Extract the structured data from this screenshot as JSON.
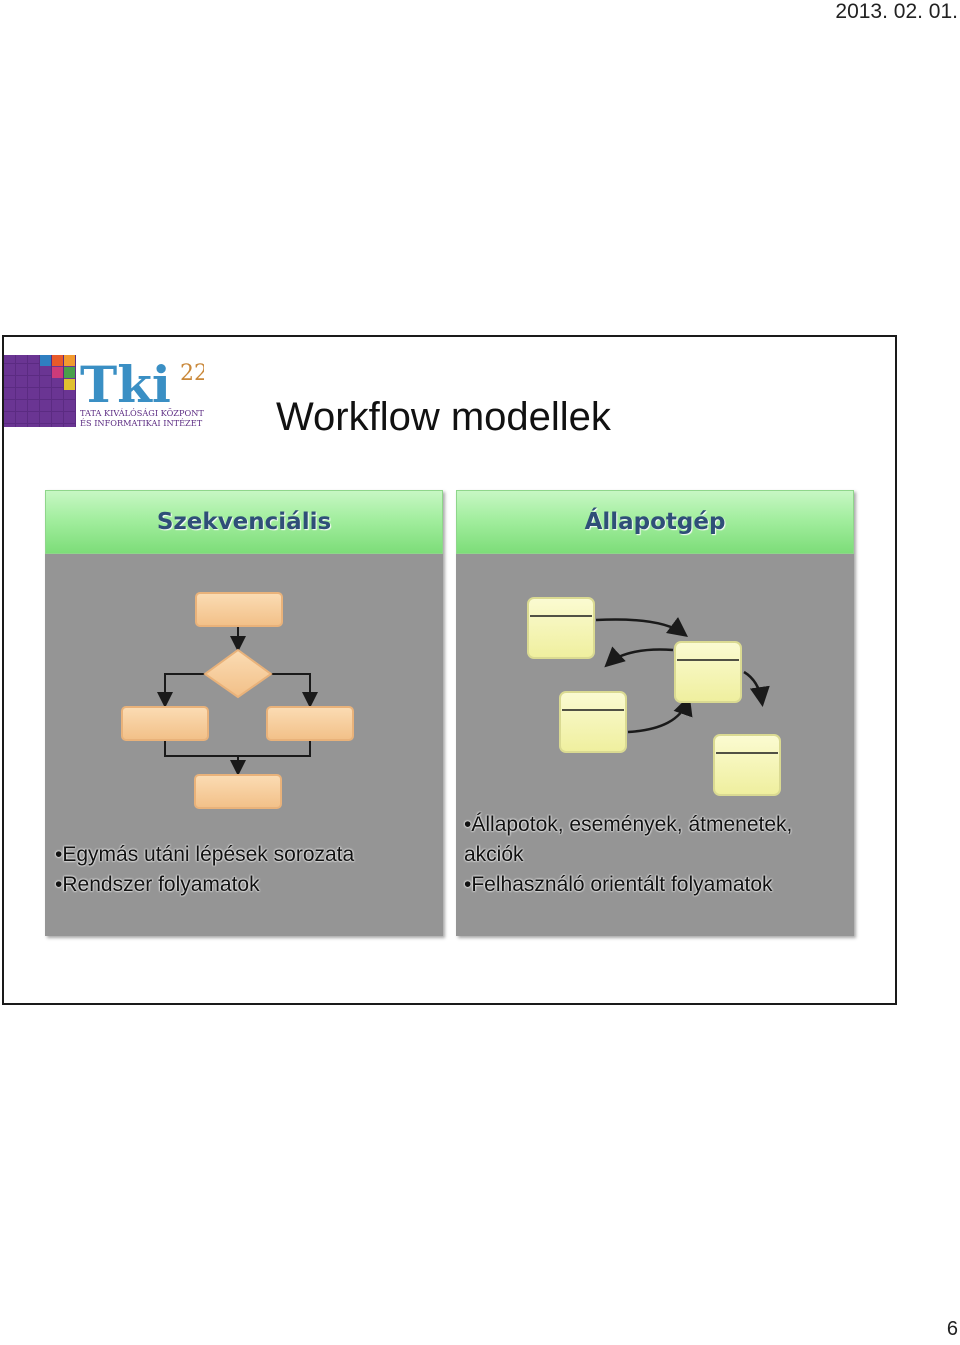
{
  "header": {
    "date": "2013. 02. 01."
  },
  "slide": {
    "logo": {
      "brand": "Tki",
      "digits": "22",
      "line1": "TATA KIVÁLÓSÁGI KÖZPONT",
      "line2": "ÉS INFORMATIKAI INTÉZET"
    },
    "title": "Workflow modellek",
    "panels": [
      {
        "heading": "Szekvenciális",
        "bullets": [
          "Egymás utáni lépések sorozata",
          "Rendszer folyamatok"
        ]
      },
      {
        "heading": "Állapotgép",
        "bullets": [
          "Állapotok, események, átmenetek, akciók",
          "Felhasználó orientált folyamatok"
        ]
      }
    ]
  },
  "footer": {
    "page_number": "6"
  },
  "colors": {
    "header_green": "#a3ee9f",
    "heading_text": "#2f4f78",
    "panel_gray": "#959595",
    "flow_box": "#f7cf9c",
    "state_box": "#f5f5b4"
  }
}
